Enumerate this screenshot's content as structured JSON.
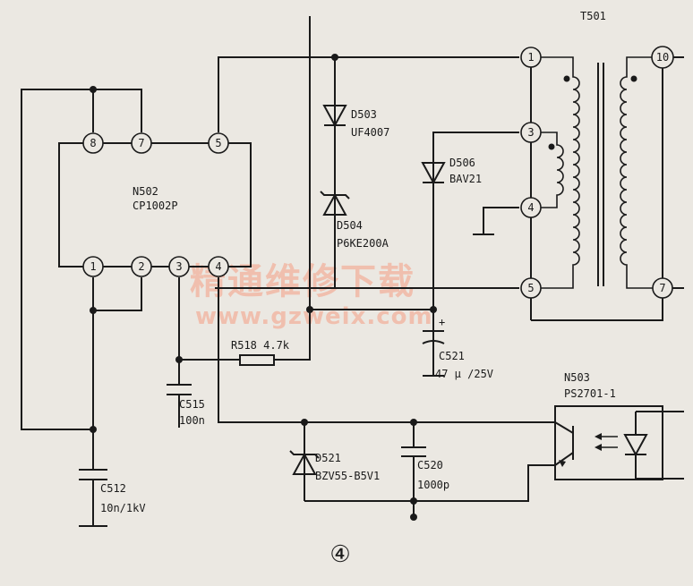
{
  "labels": {
    "transformer_ref": "T501",
    "ic_ref": "N502",
    "ic_part": "CP1002P",
    "d503_ref": "D503",
    "d503_part": "UF4007",
    "d504_ref": "D504",
    "d504_part": "P6KE200A",
    "d506_ref": "D506",
    "d506_part": "BAV21",
    "c521_ref": "C521",
    "c521_value": "47 μ /25V",
    "c521_polarity": "+",
    "r518": "R518  4.7k",
    "c515_ref": "C515",
    "c515_value": "100n",
    "c512_ref": "C512",
    "c512_value": "10n/1kV",
    "d521_ref": "D521",
    "d521_part": "BZV55-B5V1",
    "c520_ref": "C520",
    "c520_value": "1000p",
    "optocoupler_ref": "N503",
    "optocoupler_part": "PS2701-1",
    "figure_number": "④"
  },
  "ic_pins": {
    "p8": "8",
    "p7": "7",
    "p5": "5",
    "p1": "1",
    "p2": "2",
    "p3": "3",
    "p4": "4"
  },
  "transformer_pins": {
    "t1": "1",
    "t3": "3",
    "t4": "4",
    "t5": "5",
    "t10": "10",
    "t7": "7"
  },
  "watermark": {
    "line1": "精通维修下载",
    "line2": "www.gzweix.com"
  }
}
